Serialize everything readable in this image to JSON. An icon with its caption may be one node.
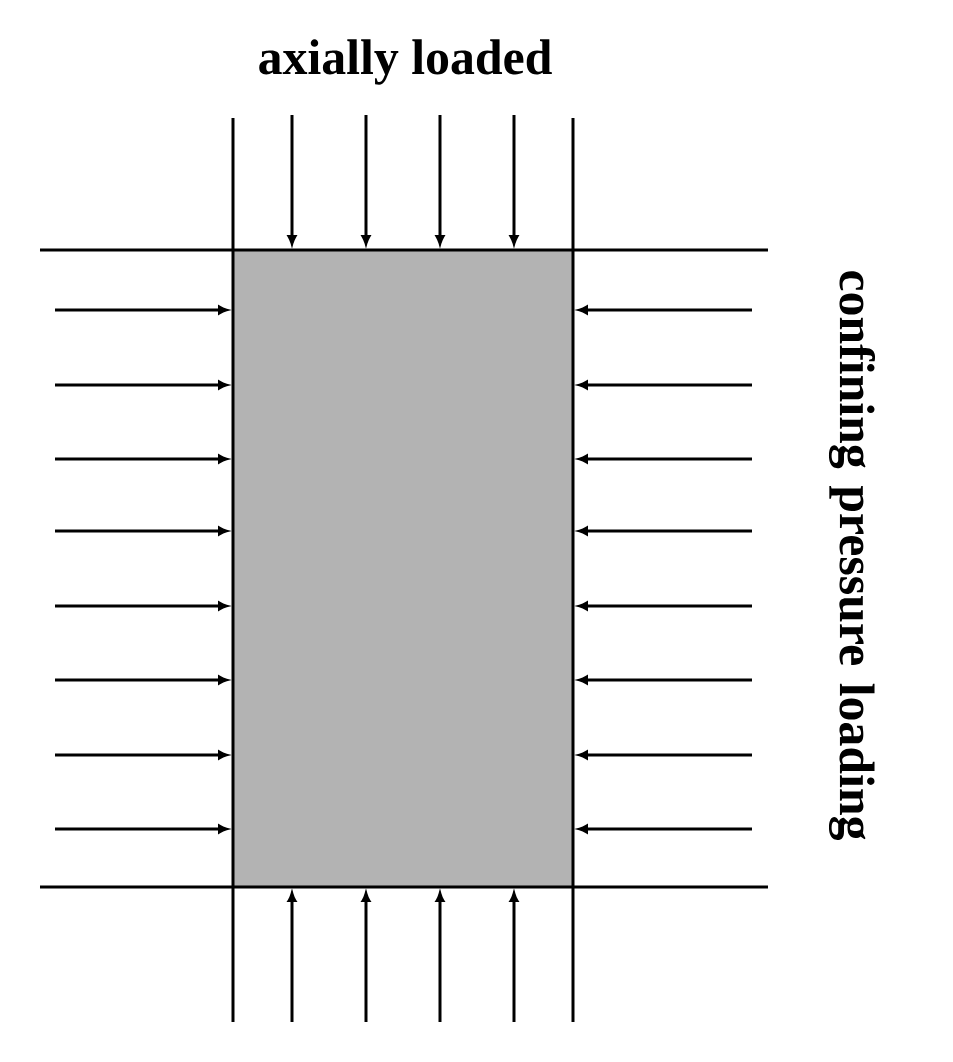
{
  "diagram": {
    "nodes": [
      {
        "text": [],
        "shape": "box"
      }
    ],
    "labels": [
      "axially loaded",
      "confining pressure loading"
    ]
  }
}
